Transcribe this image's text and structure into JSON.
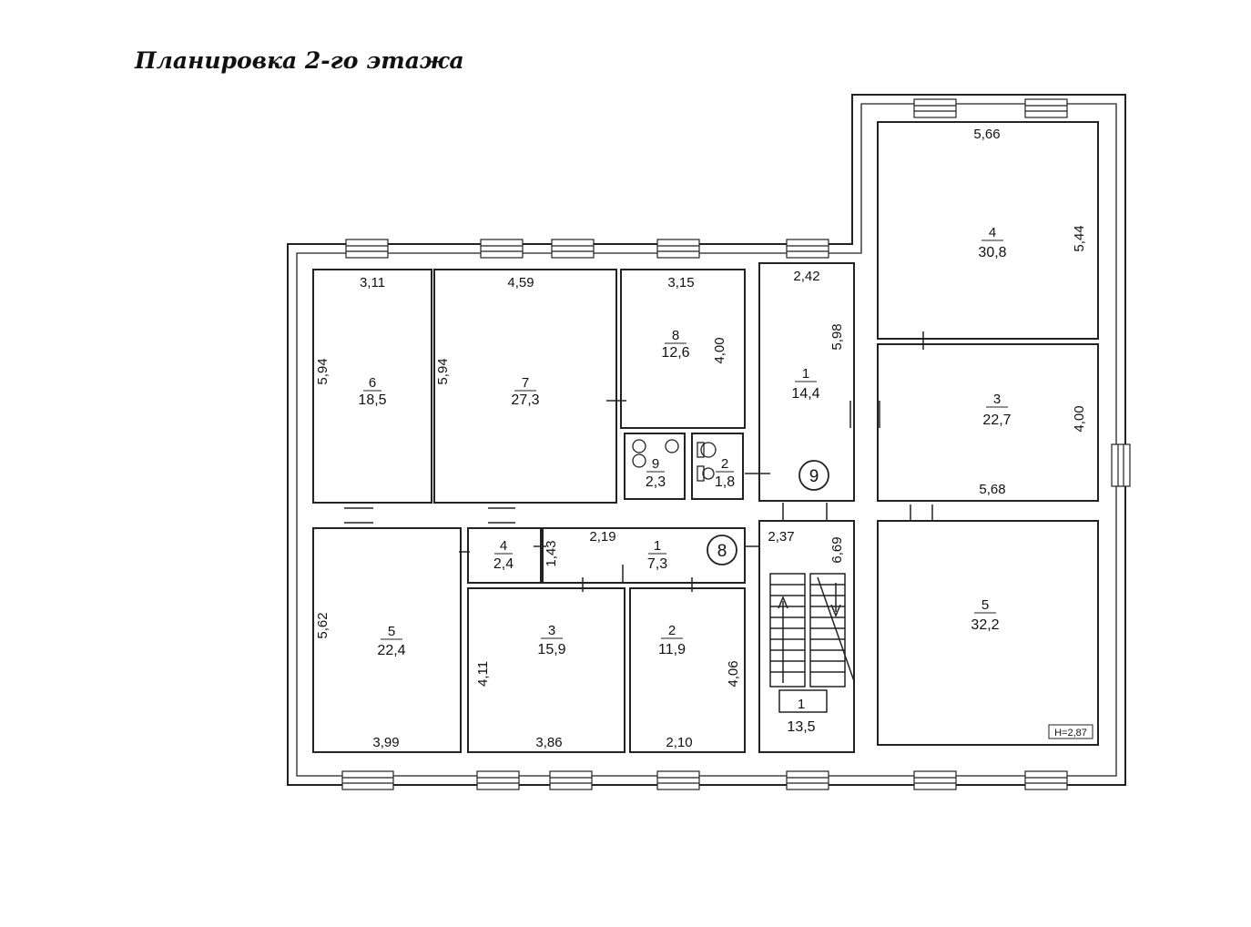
{
  "title": "Планировка 2-го этажа",
  "height_label": "H=2,87",
  "section_markers": {
    "left": "8",
    "right": "9"
  },
  "rooms": {
    "r6": {
      "num": "6",
      "area": "18,5",
      "width": "3,11",
      "length": "5,94"
    },
    "r7": {
      "num": "7",
      "area": "27,3",
      "width": "4,59",
      "length": "5,94"
    },
    "r8": {
      "num": "8",
      "area": "12,6",
      "width": "3,15",
      "length": "4,00"
    },
    "r9": {
      "num": "9",
      "area": "2,3"
    },
    "r2s": {
      "num": "2",
      "area": "1,8"
    },
    "r1n": {
      "num": "1",
      "area": "14,4",
      "width": "2,42",
      "length": "5,98"
    },
    "r4n": {
      "num": "4",
      "area": "30,8",
      "width": "5,66",
      "length": "5,44"
    },
    "r3n": {
      "num": "3",
      "area": "22,7",
      "width": "5,68",
      "length": "4,00"
    },
    "r5l": {
      "num": "5",
      "area": "22,4",
      "width": "3,99",
      "length": "5,62"
    },
    "r4s": {
      "num": "4",
      "area": "2,4"
    },
    "r1c": {
      "num": "1",
      "area": "7,3",
      "width": "2,19",
      "length": "1,43"
    },
    "r3s": {
      "num": "3",
      "area": "15,9",
      "width": "3,86",
      "length": "4,11"
    },
    "r2m": {
      "num": "2",
      "area": "11,9",
      "width": "2,10",
      "length": "4,06"
    },
    "r1st": {
      "num": "1",
      "area": "13,5",
      "width": "2,37",
      "length": "6,69"
    },
    "r5r": {
      "num": "5",
      "area": "32,2"
    }
  }
}
